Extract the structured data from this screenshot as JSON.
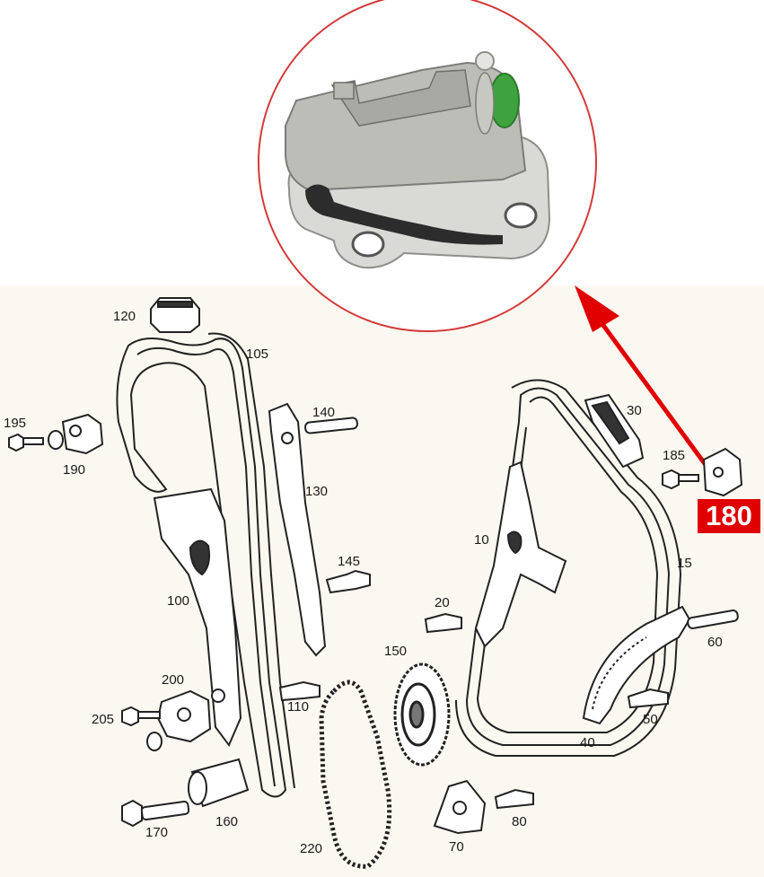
{
  "callout": {
    "label": "180",
    "color": "#e00000",
    "icon": "arrow-up-left-icon"
  },
  "detail_image": {
    "icon": "chain-tensioner-photo-icon",
    "ring_color": "#d33a3a"
  },
  "parts": [
    {
      "id": "p120",
      "label": "120"
    },
    {
      "id": "p105",
      "label": "105"
    },
    {
      "id": "p195",
      "label": "195"
    },
    {
      "id": "p190",
      "label": "190"
    },
    {
      "id": "p140",
      "label": "140"
    },
    {
      "id": "p130",
      "label": "130"
    },
    {
      "id": "p145",
      "label": "145"
    },
    {
      "id": "p100",
      "label": "100"
    },
    {
      "id": "p200",
      "label": "200"
    },
    {
      "id": "p205",
      "label": "205"
    },
    {
      "id": "p110",
      "label": "110"
    },
    {
      "id": "p170",
      "label": "170"
    },
    {
      "id": "p160",
      "label": "160"
    },
    {
      "id": "p220",
      "label": "220"
    },
    {
      "id": "p150",
      "label": "150"
    },
    {
      "id": "p30",
      "label": "30"
    },
    {
      "id": "p185",
      "label": "185"
    },
    {
      "id": "p10",
      "label": "10"
    },
    {
      "id": "p15",
      "label": "15"
    },
    {
      "id": "p20",
      "label": "20"
    },
    {
      "id": "p60",
      "label": "60"
    },
    {
      "id": "p50",
      "label": "50"
    },
    {
      "id": "p40",
      "label": "40"
    },
    {
      "id": "p80",
      "label": "80"
    },
    {
      "id": "p70",
      "label": "70"
    }
  ]
}
